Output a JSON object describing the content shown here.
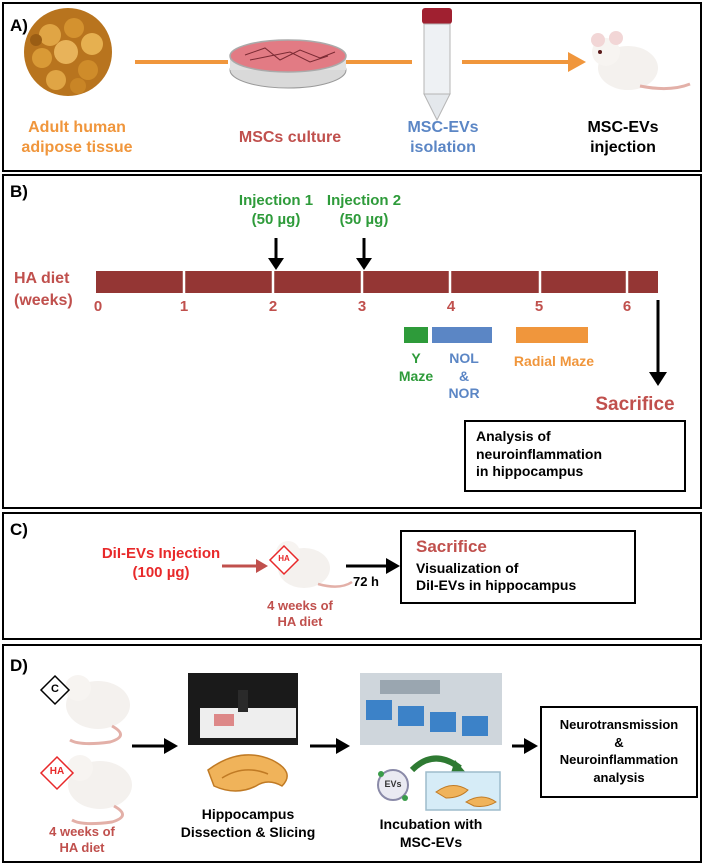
{
  "panelA": {
    "label": "A)",
    "steps": [
      {
        "line1": "Adult human",
        "line2": "adipose tissue"
      },
      {
        "line1": "MSCs culture",
        "line2": ""
      },
      {
        "line1": "MSC-EVs",
        "line2": "isolation"
      },
      {
        "line1": "MSC-EVs",
        "line2": "injection"
      }
    ]
  },
  "panelB": {
    "label": "B)",
    "axis_label_1": "HA diet",
    "axis_label_2": "(weeks)",
    "ticks": [
      "0",
      "1",
      "2",
      "3",
      "4",
      "5",
      "6"
    ],
    "inj1_line1": "Injection 1",
    "inj1_line2": "(50 µg)",
    "inj2_line1": "Injection 2",
    "inj2_line2": "(50 µg)",
    "test1_line1": "Y",
    "test1_line2": "Maze",
    "test2_line1": "NOL",
    "test2_line2": "&",
    "test2_line3": "NOR",
    "test3": "Radial Maze",
    "sacrifice": "Sacrifice",
    "analysis_line1": "Analysis of",
    "analysis_line2": "neuroinflammation",
    "analysis_line3": "in hippocampus"
  },
  "panelC": {
    "label": "C)",
    "inj_line1": "DiI-EVs Injection",
    "inj_line2": "(100 µg)",
    "mouse_tag": "HA",
    "diet_line1": "4 weeks of",
    "diet_line2": "HA diet",
    "time": "72 h",
    "sacrifice": "Sacrifice",
    "vis_line1": "Visualization of",
    "vis_line2": "DiI-EVs in hippocampus"
  },
  "panelD": {
    "label": "D)",
    "tag_c": "C",
    "tag_ha": "HA",
    "diet_line1": "4 weeks of",
    "diet_line2": "HA diet",
    "step2_line1": "Hippocampus",
    "step2_line2": "Dissection & Slicing",
    "evs_tag": "EVs",
    "step3_line1": "Incubation with",
    "step3_line2": "MSC-EVs",
    "result_line1": "Neurotransmission",
    "result_line2": "&",
    "result_line3": "Neuroinflammation",
    "result_line4": "analysis"
  }
}
